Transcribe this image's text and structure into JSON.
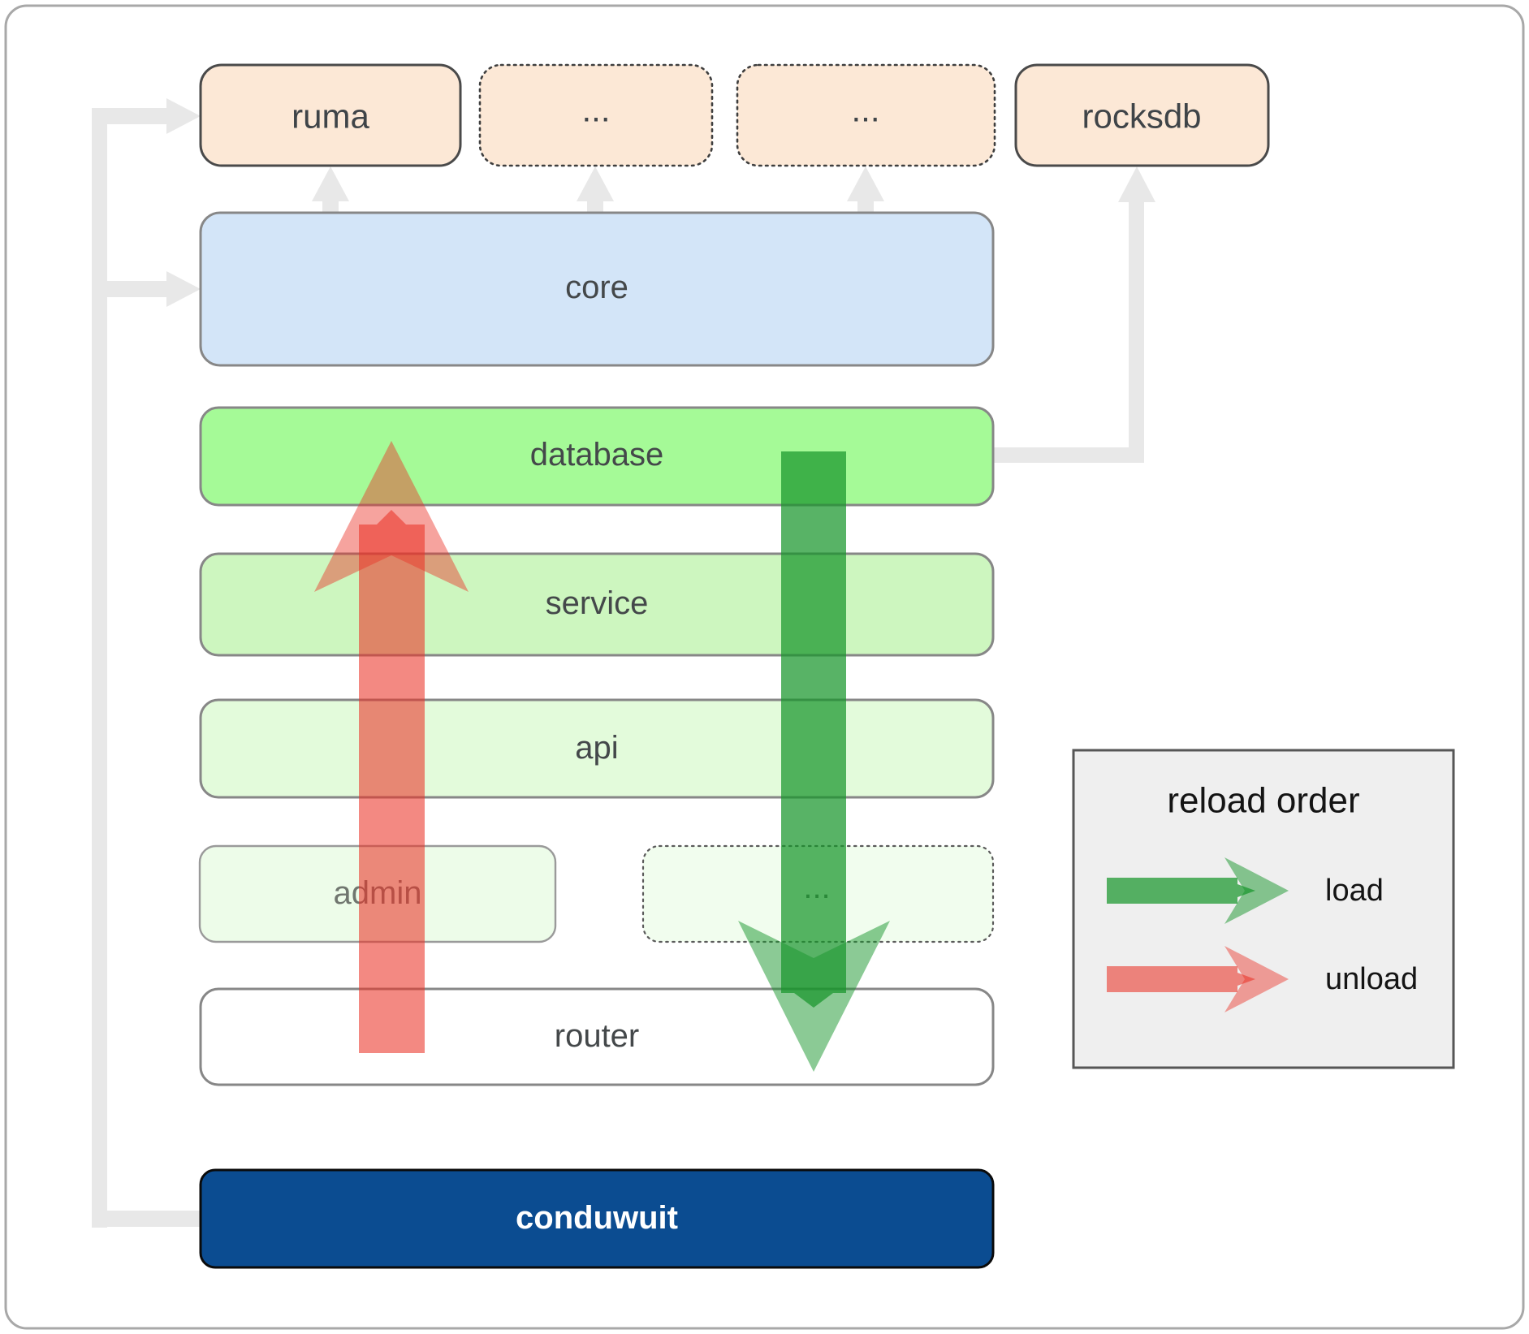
{
  "top_row": {
    "ruma": "ruma",
    "dots1": "...",
    "dots2": "...",
    "rocksdb": "rocksdb"
  },
  "layers": {
    "core": "core",
    "database": "database",
    "service": "service",
    "api": "api",
    "admin": "admin",
    "admin_dots": "...",
    "router": "router",
    "app": "conduwuit"
  },
  "legend": {
    "title": "reload order",
    "load_label": "load",
    "unload_label": "unload"
  },
  "colors": {
    "peach": "#fce8d6",
    "core_blue": "#d3e5f8",
    "database_green": "#a5fa97",
    "service_green": "#cdf6bf",
    "api_green": "#e3fbdb",
    "admin_green": "#edfce9",
    "dots_green": "#f1fdee",
    "router_white": "#ffffff",
    "conduwuit_navy": "#0b4c91",
    "arrow_load_green": "#18952b",
    "arrow_unload_red": "#ea3327",
    "connector_gray": "#e8e8e8",
    "legend_bg": "#efefef"
  }
}
